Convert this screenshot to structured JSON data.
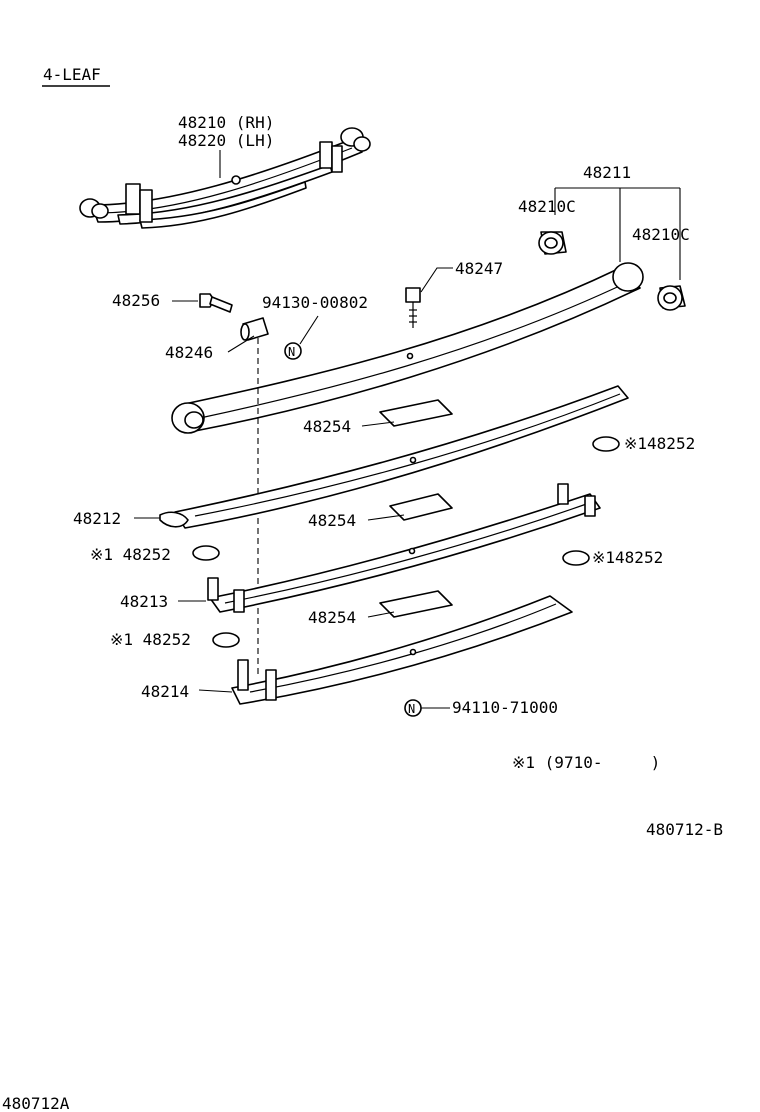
{
  "header": {
    "title": "4-LEAF"
  },
  "labels": {
    "spring_assy_rh": "48210 (RH)",
    "spring_assy_lh": "48220 (LH)",
    "leaf_no1": "48211",
    "bushing_a": "48210C",
    "bushing_b": "48210C",
    "clip_bolt": "48247",
    "bolt": "48256",
    "nut_code": "94130-00802",
    "pin": "48246",
    "liner_1": "48254",
    "liner_2": "48254",
    "liner_3": "48254",
    "insert_right_1": "※148252",
    "insert_right_2": "※148252",
    "insert_left_1": "※1 48252",
    "insert_left_2": "※1 48252",
    "leaf_no2": "48212",
    "leaf_no3": "48213",
    "leaf_no4": "48214",
    "nut_code_2": "94110-71000",
    "nut_symbol_1": "N",
    "nut_symbol_2": "N",
    "note": "※1 (9710-     )",
    "figure_ref": "480712-B",
    "page_ref": "480712A"
  }
}
